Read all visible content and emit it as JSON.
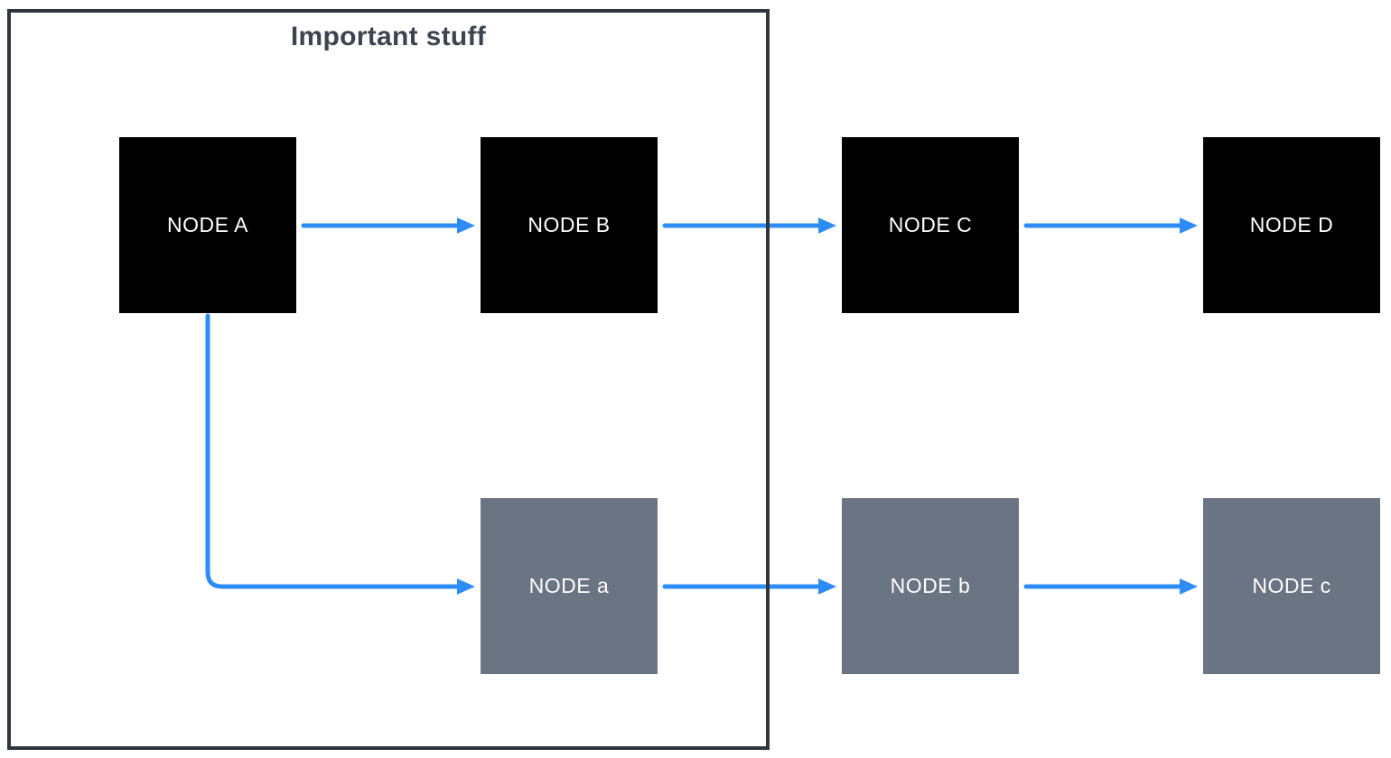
{
  "diagram": {
    "container": {
      "label": "Important stuff"
    },
    "nodes": [
      {
        "id": "node-A",
        "label": "NODE A",
        "variant": "black",
        "in_container": true
      },
      {
        "id": "node-B",
        "label": "NODE B",
        "variant": "black",
        "in_container": true
      },
      {
        "id": "node-C",
        "label": "NODE C",
        "variant": "black",
        "in_container": false
      },
      {
        "id": "node-D",
        "label": "NODE D",
        "variant": "black",
        "in_container": false
      },
      {
        "id": "node-a",
        "label": "NODE a",
        "variant": "gray",
        "in_container": true
      },
      {
        "id": "node-b",
        "label": "NODE b",
        "variant": "gray",
        "in_container": false
      },
      {
        "id": "node-c",
        "label": "NODE c",
        "variant": "gray",
        "in_container": false
      }
    ],
    "edges": [
      {
        "from": "NODE A",
        "to": "NODE B",
        "shape": "straight"
      },
      {
        "from": "NODE B",
        "to": "NODE C",
        "shape": "straight"
      },
      {
        "from": "NODE C",
        "to": "NODE D",
        "shape": "straight"
      },
      {
        "from": "NODE A",
        "to": "NODE a",
        "shape": "elbow"
      },
      {
        "from": "NODE a",
        "to": "NODE b",
        "shape": "straight"
      },
      {
        "from": "NODE b",
        "to": "NODE c",
        "shape": "straight"
      }
    ],
    "colors": {
      "arrow": "#2E8CF6",
      "node_black": "#000000",
      "node_gray": "#6B7483",
      "node_text": "#FFFFFF",
      "container_border": "#30363F",
      "title_text": "#3D4450",
      "background": "#FFFFFF"
    }
  }
}
